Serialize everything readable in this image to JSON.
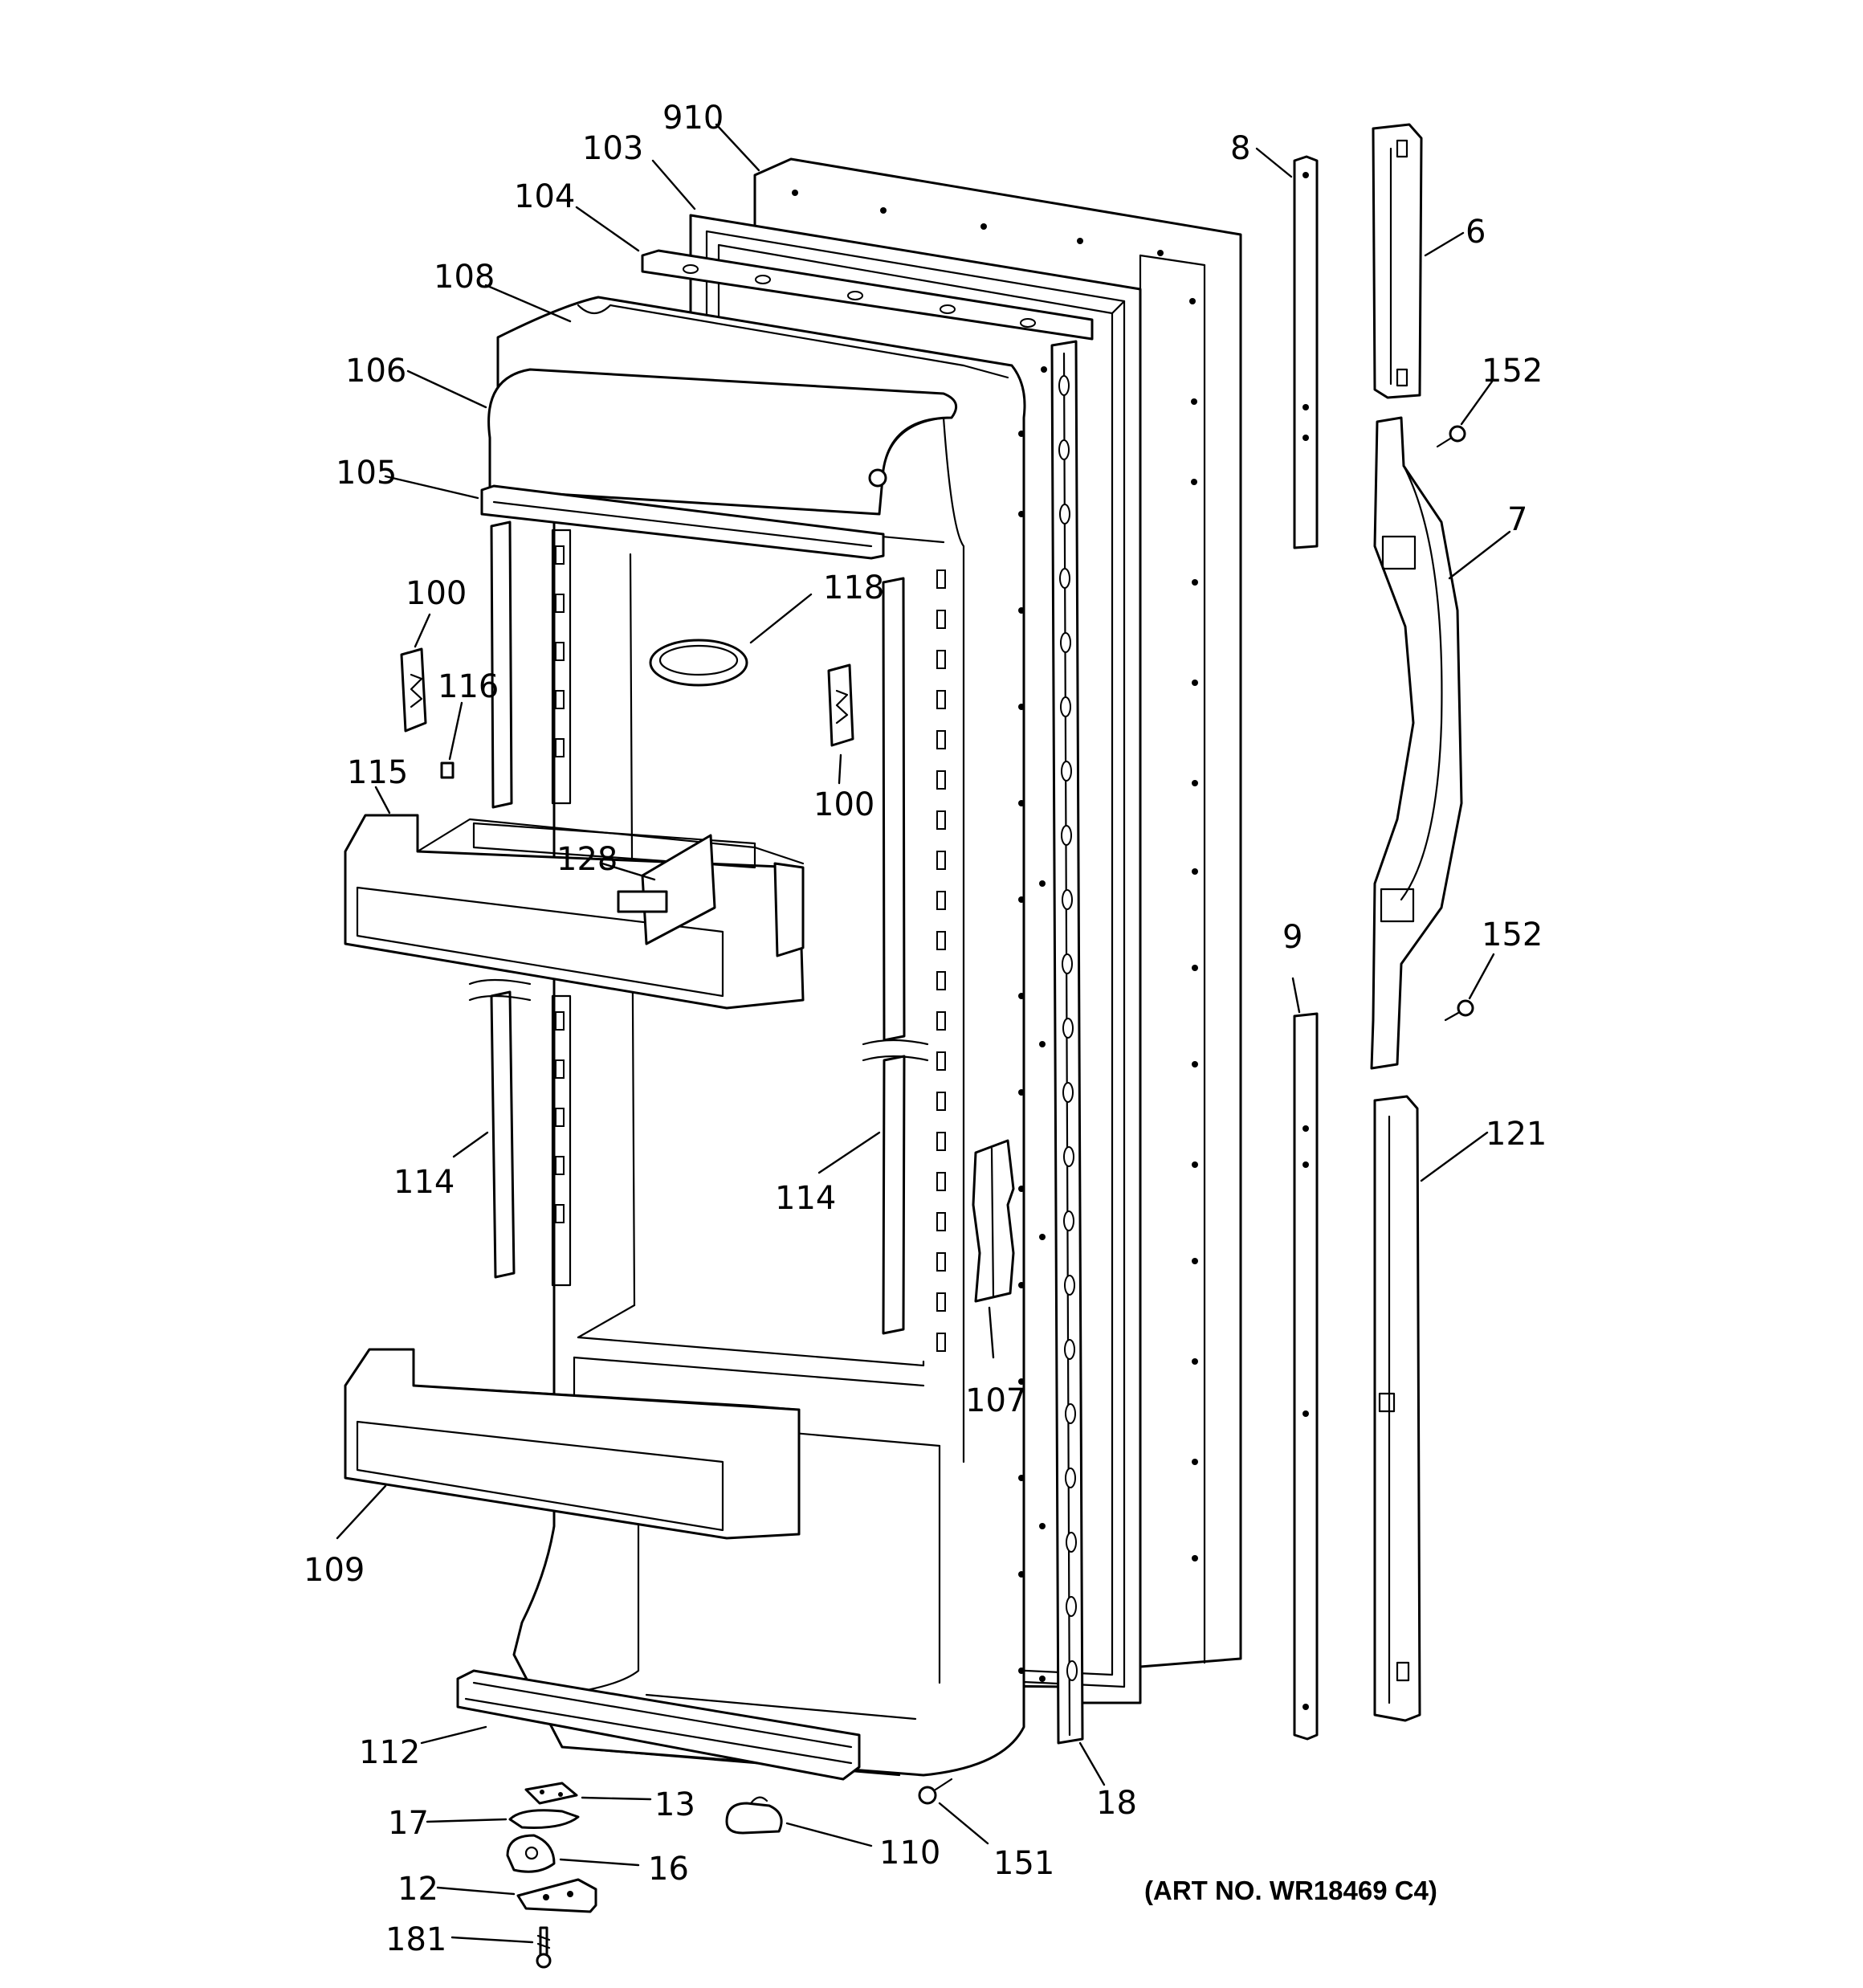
{
  "diagram": {
    "art_number": "(ART NO. WR18469 C4)",
    "callouts": {
      "c910": "910",
      "c103": "103",
      "c104": "104",
      "c108": "108",
      "c106": "106",
      "c105": "105",
      "c100a": "100",
      "c116": "116",
      "c115": "115",
      "c128": "128",
      "c118": "118",
      "c100b": "100",
      "c114a": "114",
      "c114b": "114",
      "c107": "107",
      "c109": "109",
      "c112": "112",
      "c13": "13",
      "c17": "17",
      "c16": "16",
      "c12": "12",
      "c181": "181",
      "c110": "110",
      "c151": "151",
      "c18": "18",
      "c8": "8",
      "c6": "6",
      "c152a": "152",
      "c7": "7",
      "c152b": "152",
      "c9": "9",
      "c121": "121"
    }
  }
}
